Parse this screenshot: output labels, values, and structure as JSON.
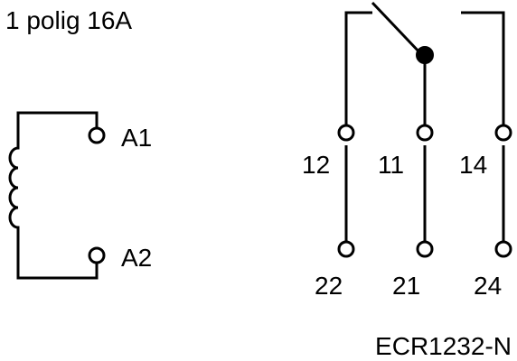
{
  "title": "1 polig 16A",
  "model": "ECR1232-N",
  "coil": {
    "terminal_top": "A1",
    "terminal_bottom": "A2"
  },
  "contacts": {
    "nc_top": "12",
    "common_top": "11",
    "no_top": "14",
    "nc_bottom": "22",
    "common_bottom": "21",
    "no_bottom": "24"
  },
  "colors": {
    "line": "#000000",
    "background": "#ffffff"
  }
}
